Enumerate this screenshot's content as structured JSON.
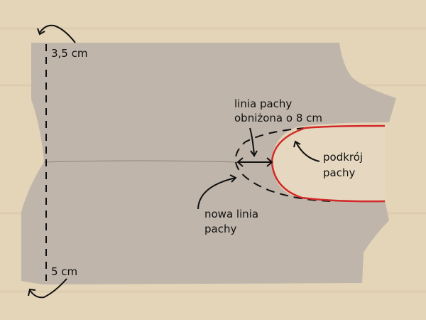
{
  "diagram": {
    "title": "Sewing pattern piece with lowered armhole",
    "colors": {
      "table": "#e4d4b8",
      "fabric": "#bfb5ab",
      "armhole_line": "#d22a2a",
      "ink": "#111111"
    },
    "labels": {
      "top_measure": "3,5 cm",
      "bottom_measure": "5 cm",
      "lowered_line_1": "linia pachy",
      "lowered_line_2": "obniżona o 8 cm",
      "armhole_1": "podkrój",
      "armhole_2": "pachy",
      "new_line_1": "nowa linia",
      "new_line_2": "pachy"
    }
  }
}
